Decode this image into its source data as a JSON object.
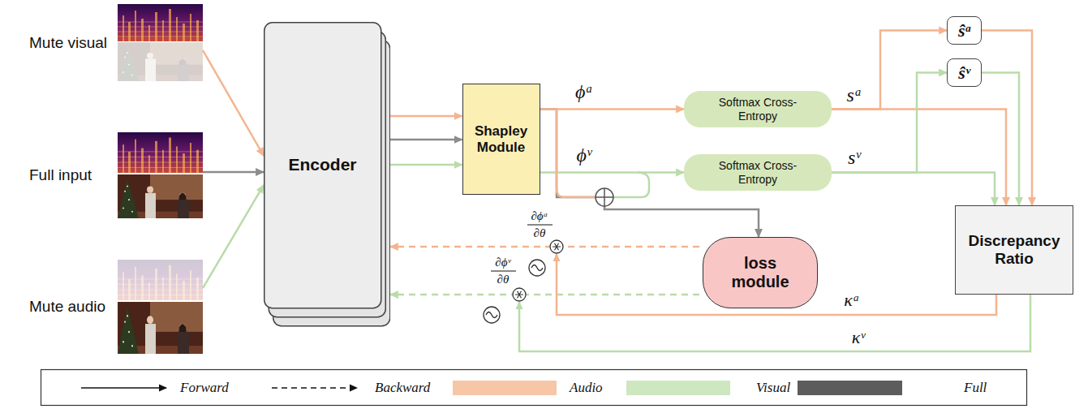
{
  "diagram": {
    "nodes": [
      {
        "text": [
          "Mute visual"
        ]
      },
      {
        "text": [
          "Full input"
        ]
      },
      {
        "text": [
          "Mute audio"
        ]
      },
      {
        "text": [
          "Encoder"
        ]
      },
      {
        "text": [
          "Shapley Module"
        ]
      },
      {
        "text": [
          "Softmax Cross-Entropy"
        ]
      },
      {
        "text": [
          "Softmax Cross-Entropy"
        ]
      },
      {
        "text": [
          "ŝᵃ"
        ]
      },
      {
        "text": [
          "ŝᵛ"
        ]
      },
      {
        "text": [
          "loss module"
        ]
      },
      {
        "text": [
          "Discrepancy Ratio"
        ]
      }
    ],
    "edges": [
      {
        "from": 0,
        "to": 3,
        "arrow": "to"
      },
      {
        "from": 1,
        "to": 3,
        "arrow": "to"
      },
      {
        "from": 2,
        "to": 3,
        "arrow": "to"
      },
      {
        "from": 3,
        "to": 4,
        "arrow": "to"
      },
      {
        "from": 3,
        "to": 4,
        "arrow": "to"
      },
      {
        "from": 3,
        "to": 4,
        "arrow": "to"
      },
      {
        "from": 4,
        "to": 5,
        "arrow": "to",
        "label": "ϕᵃ"
      },
      {
        "from": 4,
        "to": 6,
        "arrow": "to",
        "label": "ϕᵛ"
      },
      {
        "from": 4,
        "to": 9,
        "arrow": "to"
      },
      {
        "from": 9,
        "to": 3,
        "arrow": "to"
      },
      {
        "from": 9,
        "to": 3,
        "arrow": "to"
      },
      {
        "from": 5,
        "to": 7,
        "arrow": "to"
      },
      {
        "from": 5,
        "to": 10,
        "arrow": "to",
        "label": "sᵃ"
      },
      {
        "from": 6,
        "to": 8,
        "arrow": "to"
      },
      {
        "from": 6,
        "to": 10,
        "arrow": "to",
        "label": "sᵛ"
      },
      {
        "from": 7,
        "to": 10,
        "arrow": "to"
      },
      {
        "from": 8,
        "to": 10,
        "arrow": "to"
      }
    ],
    "labels": [
      "∂ϕᵃ",
      "∂θ",
      "∂ϕᵛ",
      "∂θ",
      "κᵃ",
      "κᵛ"
    ],
    "legend": [
      {
        "text": "Forward"
      },
      {
        "text": "Backward"
      },
      {
        "text": "Audio",
        "color": "#f6c6a7"
      },
      {
        "text": "Visual",
        "color": "#cde7c1"
      },
      {
        "text": "Full",
        "color": "#5c5c5c"
      }
    ]
  }
}
